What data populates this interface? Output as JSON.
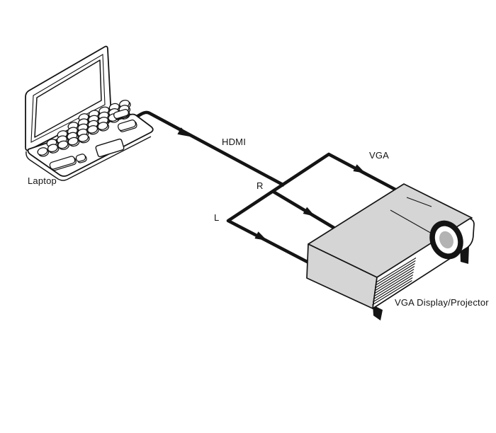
{
  "diagram": {
    "type": "connection-diagram",
    "nodes": [
      {
        "id": "laptop",
        "label": "Laptop"
      },
      {
        "id": "projector",
        "label": "VGA Display/Projector"
      }
    ],
    "connections": [
      {
        "id": "hdmi",
        "label": "HDMI",
        "from": "laptop",
        "to": "breakout",
        "arrow": true
      },
      {
        "id": "vga",
        "label": "VGA",
        "from": "breakout",
        "to": "projector",
        "arrow": true
      },
      {
        "id": "audio_right",
        "label": "R",
        "from": "breakout",
        "to": "projector",
        "arrow": true
      },
      {
        "id": "audio_left",
        "label": "L",
        "from": "breakout",
        "to": "projector",
        "arrow": true
      }
    ],
    "colors": {
      "outline": "#141414",
      "cable": "#141414",
      "projector_body": "#d5d5d5",
      "projector_front": "#ffffff",
      "lens_center": "#b3b3b3",
      "background": "#ffffff"
    }
  }
}
